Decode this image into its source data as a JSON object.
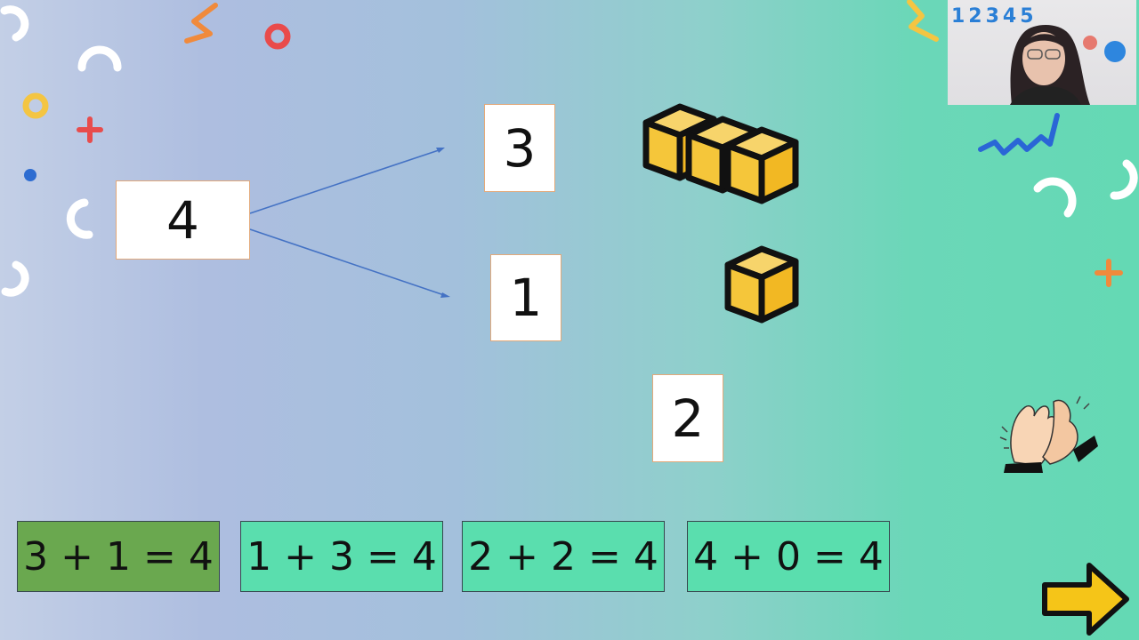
{
  "diagram": {
    "total": "4",
    "part_a": "3",
    "part_b": "1",
    "extra": "2"
  },
  "equations": [
    {
      "label": "3 + 1 = 4",
      "selected": true
    },
    {
      "label": "1 + 3 = 4",
      "selected": false
    },
    {
      "label": "2 + 2 = 4",
      "selected": false
    },
    {
      "label": "4 + 0 = 4",
      "selected": false
    }
  ],
  "colors": {
    "cube_fill": "#f5c63a",
    "selected_equation": "#6aa84f",
    "equation": "#5adeae",
    "arrow_button": "#f5c518",
    "arrow_line": "#4472c4"
  },
  "icons": {
    "next": "right-arrow-icon",
    "applause": "clapping-hands-icon"
  },
  "webcam": {
    "poster_text": "12345"
  }
}
